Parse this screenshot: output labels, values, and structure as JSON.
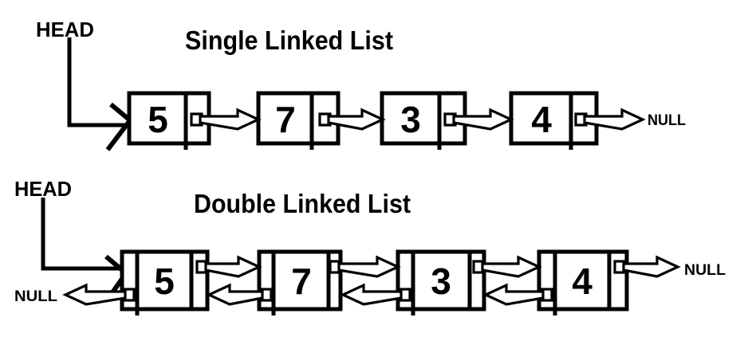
{
  "colors": {
    "background": "#ffffff",
    "ink": "#000000"
  },
  "single_list": {
    "title": "Single Linked List",
    "head_label": "HEAD",
    "null_label": "NULL",
    "node_values": [
      "5",
      "7",
      "3",
      "4"
    ]
  },
  "double_list": {
    "title": "Double Linked List",
    "head_label": "HEAD",
    "null_left_label": "NULL",
    "null_right_label": "NULL",
    "node_values": [
      "5",
      "7",
      "3",
      "4"
    ]
  }
}
